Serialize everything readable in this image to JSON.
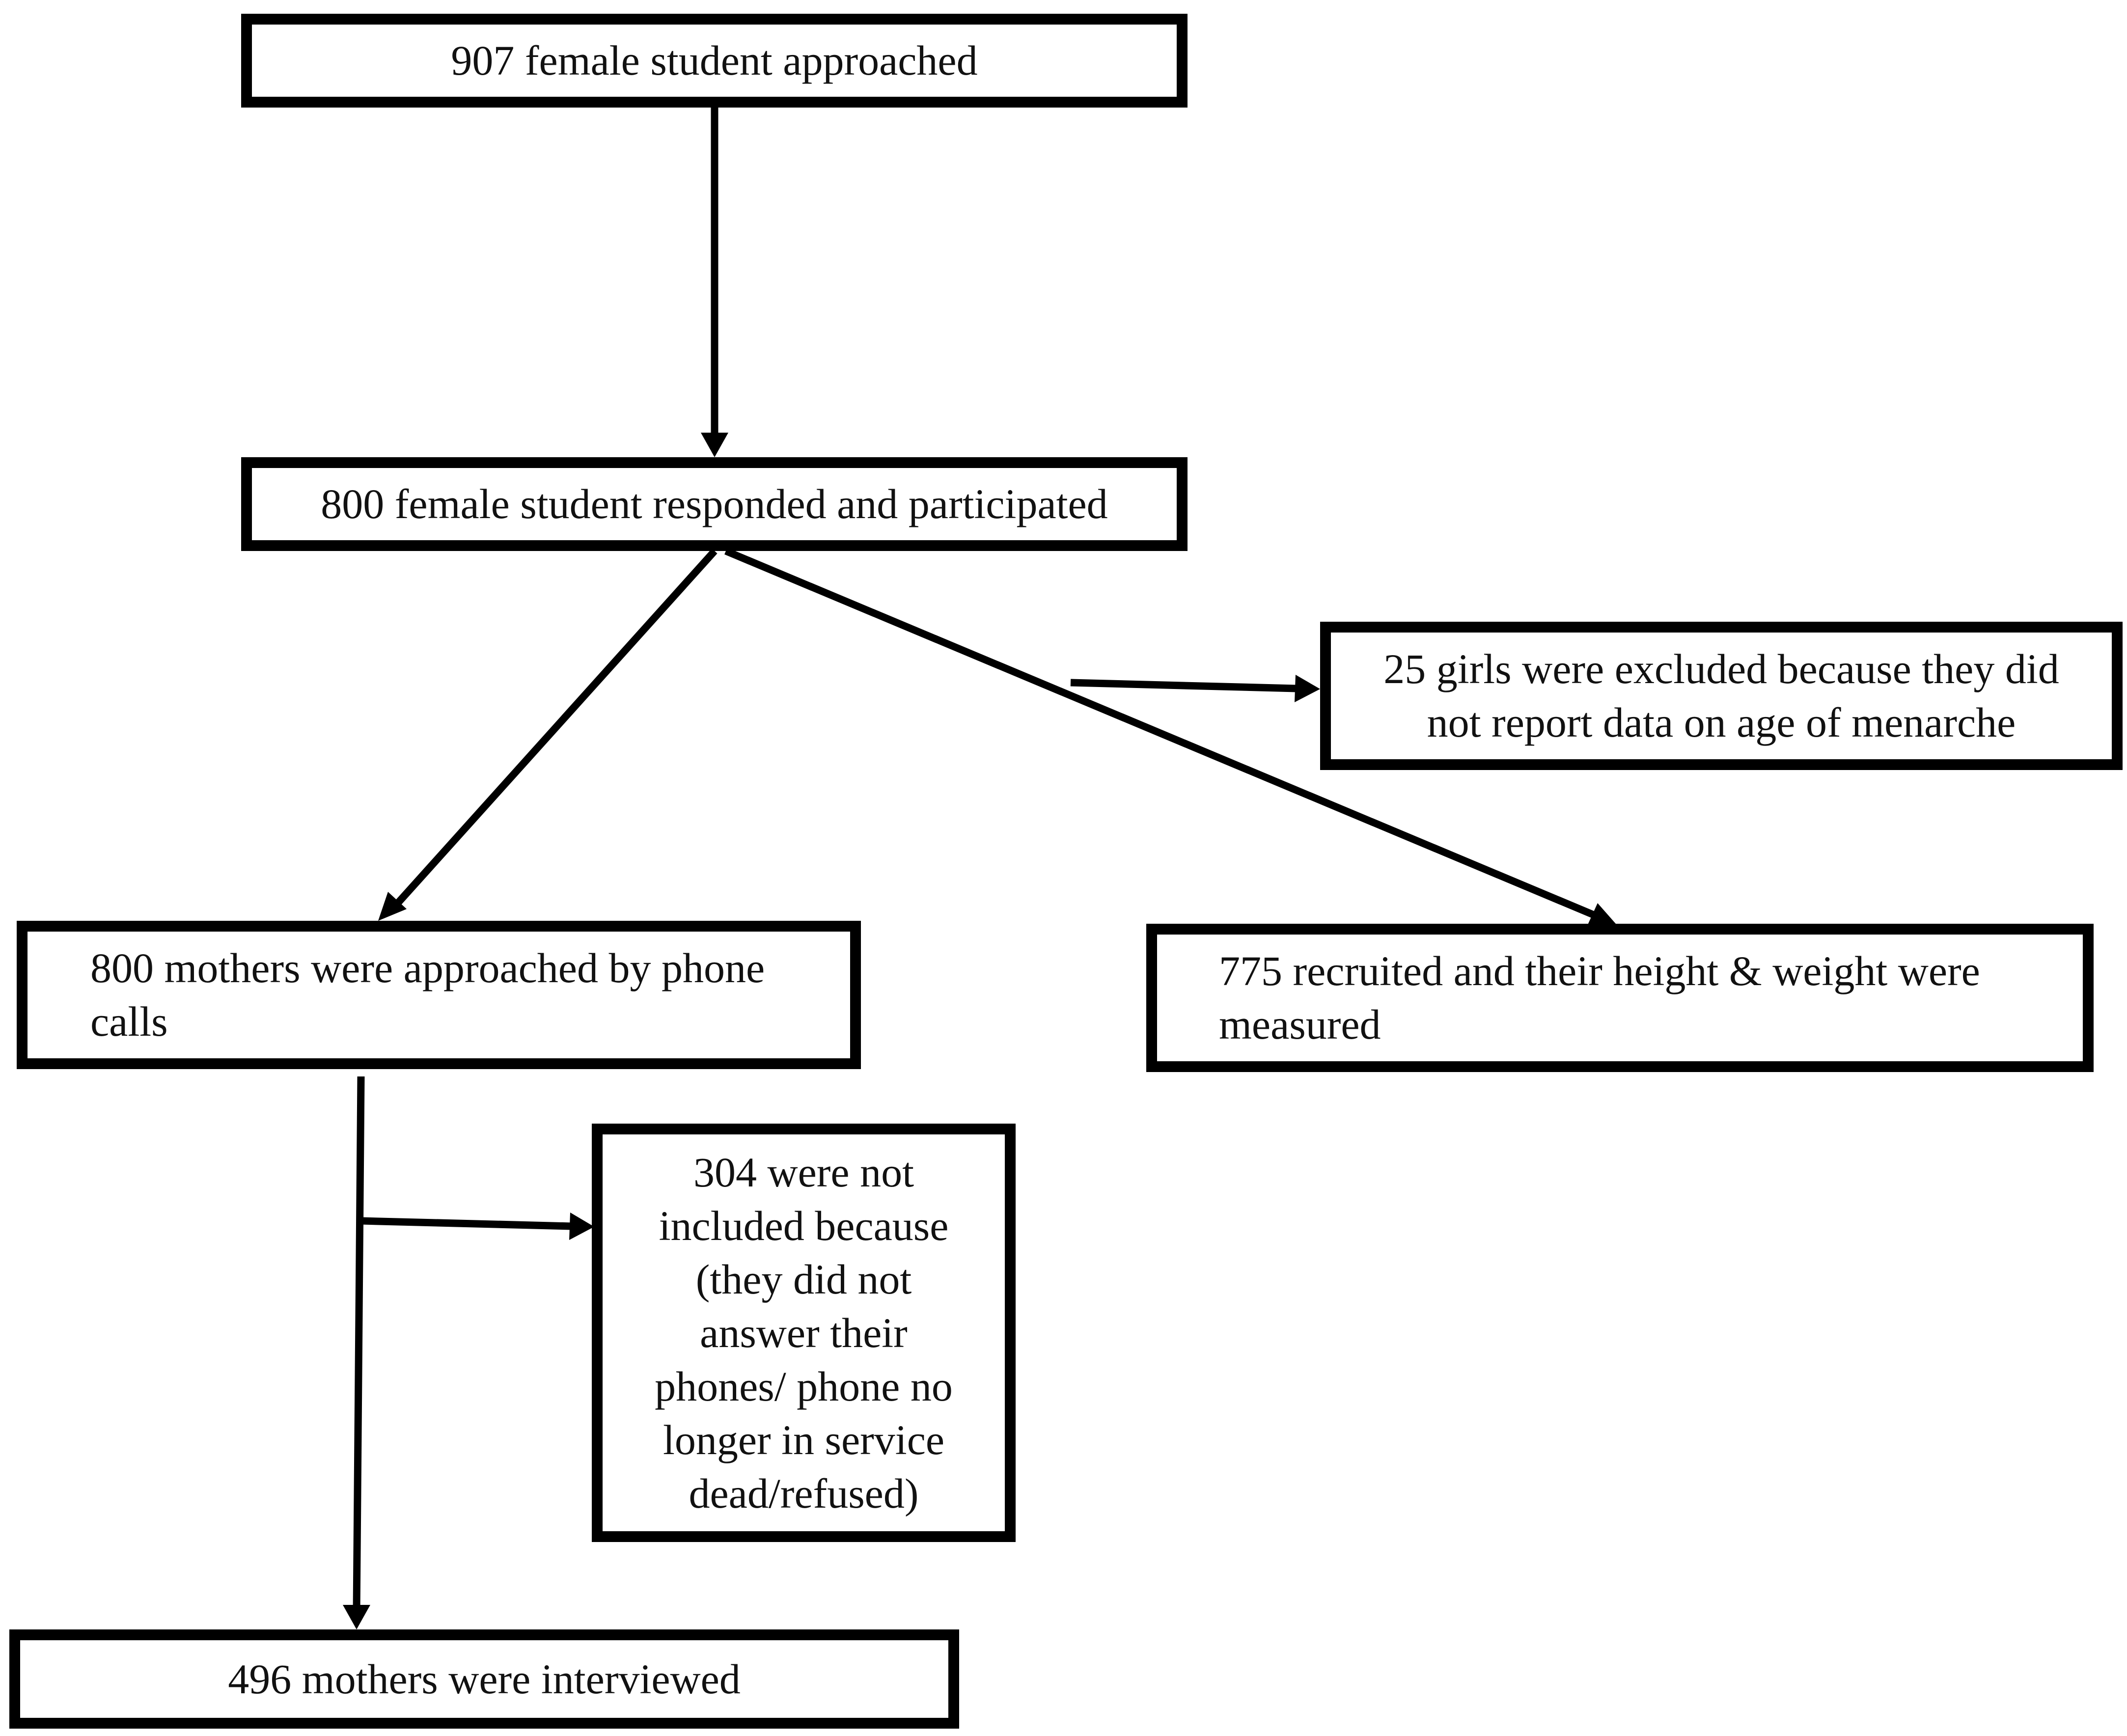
{
  "flowchart": {
    "boxes": {
      "approached": {
        "lines": [
          "907 female student approached"
        ]
      },
      "participated": {
        "lines": [
          "800 female student responded and participated"
        ]
      },
      "excluded": {
        "lines": [
          "25 girls were excluded because they did",
          "not report data on age of menarche"
        ]
      },
      "mothers_approached": {
        "lines": [
          "800 mothers were approached by phone",
          "calls"
        ]
      },
      "measured": {
        "lines": [
          "775 recruited and their height & weight were",
          "measured"
        ]
      },
      "not_included": {
        "lines": [
          "304 were not",
          "included because",
          "(they did not",
          "answer their",
          "phones/ phone no",
          "longer in service",
          "dead/refused)"
        ]
      },
      "interviewed": {
        "lines": [
          "496 mothers were interviewed"
        ]
      }
    },
    "connections": [
      {
        "from": "approached",
        "to": "participated"
      },
      {
        "from": "participated",
        "to": "mothers_approached"
      },
      {
        "from": "participated",
        "to": "measured"
      },
      {
        "from": "participated-to-measured-line",
        "to": "excluded"
      },
      {
        "from": "mothers_approached",
        "to": "interviewed"
      },
      {
        "from": "mothers-to-interviewed-line",
        "to": "not_included"
      }
    ]
  }
}
